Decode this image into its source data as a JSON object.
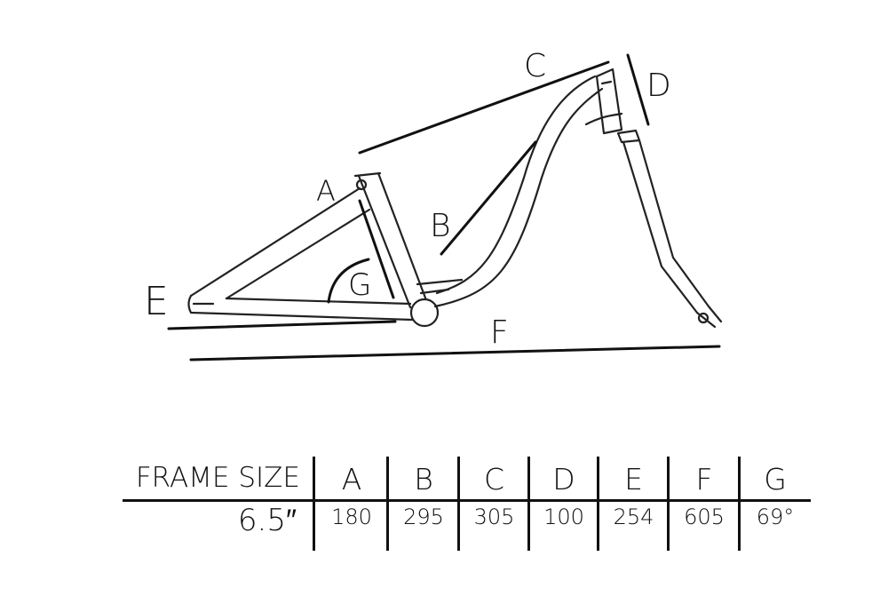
{
  "diagram": {
    "labels": {
      "a": "A",
      "b": "B",
      "c": "C",
      "d": "D",
      "e": "E",
      "f": "F",
      "g": "G"
    }
  },
  "table": {
    "row_header": "FRAME SIZE",
    "columns": [
      "A",
      "B",
      "C",
      "D",
      "E",
      "F",
      "G"
    ],
    "size": "6.5″",
    "values": [
      "180",
      "295",
      "305",
      "100",
      "254",
      "605",
      "69°"
    ]
  }
}
